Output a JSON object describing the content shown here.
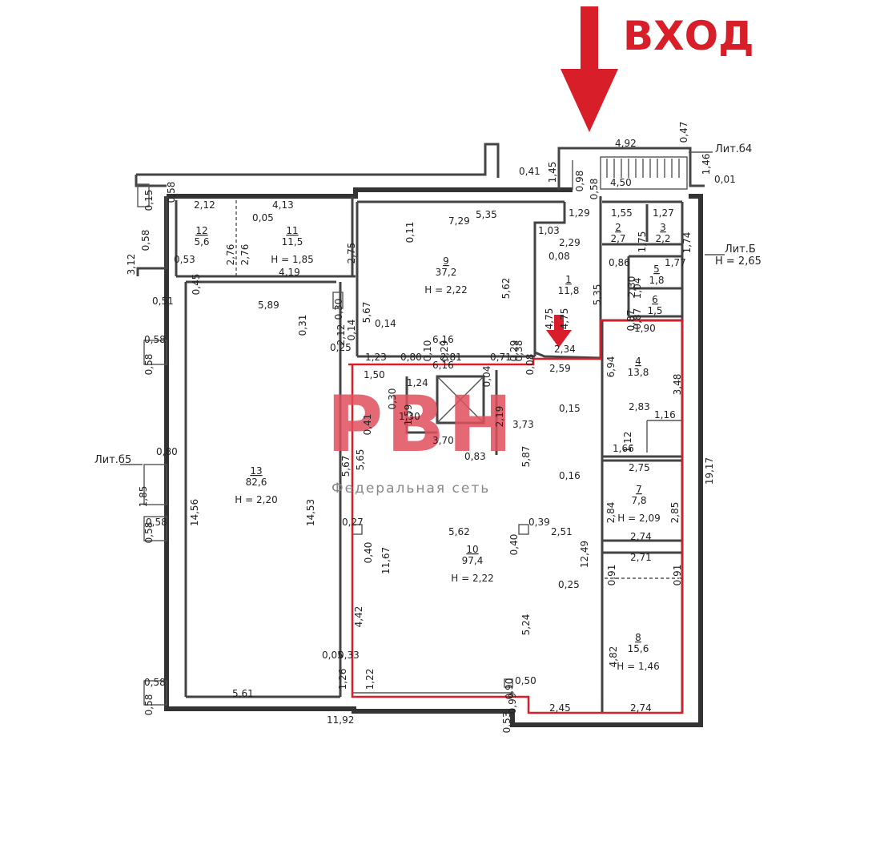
{
  "header": {
    "entrance_label": "ВХОД",
    "accent_color": "#d81e28"
  },
  "watermark": {
    "logo_text": "РВН",
    "tagline": "Федеральная сеть",
    "color": "#e0505e"
  },
  "labels": {
    "lit64": "Лит.б4",
    "litB": "Лит.Б",
    "litB_h": "Н = 2,65",
    "lit65": "Лит.б5"
  },
  "rooms": [
    {
      "id": "r13",
      "num": "13",
      "area": "82,6",
      "height": "Н = 2,20"
    },
    {
      "id": "r12",
      "num": "12",
      "area": "5,6",
      "height": ""
    },
    {
      "id": "r11",
      "num": "11",
      "area": "11,5",
      "height": "Н = 1,85"
    },
    {
      "id": "r9",
      "num": "9",
      "area": "37,2",
      "height": "Н = 2,22"
    },
    {
      "id": "r1",
      "num": "1",
      "area": "11,8",
      "height": ""
    },
    {
      "id": "r2",
      "num": "2",
      "area": "2,7",
      "height": ""
    },
    {
      "id": "r3",
      "num": "3",
      "area": "2,2",
      "height": ""
    },
    {
      "id": "r5",
      "num": "5",
      "area": "1,8",
      "height": ""
    },
    {
      "id": "r6",
      "num": "6",
      "area": "1,5",
      "height": ""
    },
    {
      "id": "r4",
      "num": "4",
      "area": "13,8",
      "height": ""
    },
    {
      "id": "r7",
      "num": "7",
      "area": "7,8",
      "height": "Н = 2,09"
    },
    {
      "id": "r10",
      "num": "10",
      "area": "97,4",
      "height": "Н = 2,22"
    },
    {
      "id": "r8",
      "num": "8",
      "area": "15,6",
      "height": "Н = 1,46"
    }
  ],
  "dims_h": [
    "4,92",
    "0,41",
    "4,50",
    "0,01",
    "2,12",
    "4,13",
    "0,05",
    "7,29",
    "5,35",
    "1,29",
    "1,55",
    "1,27",
    "0,53",
    "4,19",
    "1,03",
    "2,29",
    "0,08",
    "0,86",
    "1,77",
    "5,89",
    "0,14",
    "1,90",
    "6,16",
    "0,25",
    "1,23",
    "0,80",
    "2,81",
    "0,71",
    "2,34",
    "2,59",
    "1,50",
    "1,24",
    "1,30",
    "3,70",
    "0,83",
    "3,73",
    "0,15",
    "2,83",
    "1,16",
    "1,66",
    "0,16",
    "2,75",
    "0,27",
    "5,62",
    "0,39",
    "2,51",
    "2,74",
    "2,71",
    "0,25",
    "0,05",
    "0,33",
    "0,50",
    "5,61",
    "11,92",
    "2,45",
    "2,74",
    "0,51",
    "0,58",
    "0,80",
    "0,58",
    "0,58",
    "6,16"
  ],
  "dims_v": [
    "0,47",
    "1,46",
    "1,45",
    "0,98",
    "0,58",
    "0,15",
    "0,58",
    "3,12",
    "0,11",
    "2,76",
    "2,76",
    "2,75",
    "1,75",
    "1,74",
    "5,67",
    "5,62",
    "4,75",
    "4,75",
    "5,35",
    "1,04",
    "2,30",
    "0,87",
    "0,87",
    "0,45",
    "0,31",
    "0,30",
    "2,12",
    "0,14",
    "0,10",
    "0,29",
    "0,38",
    "0,29",
    "6,94",
    "3,48",
    "0,30",
    "1,59",
    "0,41",
    "2,19",
    "5,67",
    "5,65",
    "5,87",
    "1,12",
    "2,84",
    "2,85",
    "12,49",
    "11,67",
    "0,40",
    "0,40",
    "14,56",
    "14,53",
    "1,85",
    "4,42",
    "5,24",
    "0,91",
    "0,91",
    "4,82",
    "1,26",
    "1,22",
    "0,90",
    "0,99",
    "0,53",
    "0,58",
    "0,58",
    "0,58",
    "19,17",
    "0,04",
    "0,08",
    "0,58"
  ]
}
